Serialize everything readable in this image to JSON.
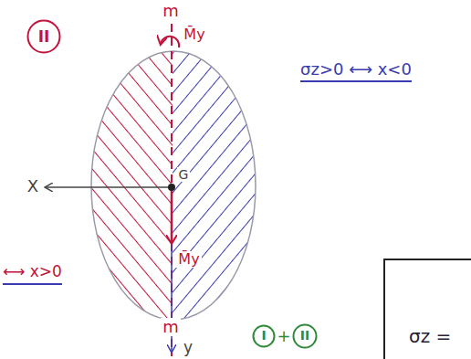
{
  "diagram": {
    "nodes": [
      {
        "text": [
          "II"
        ]
      },
      {
        "text": [
          "I"
        ]
      },
      {
        "text": [
          "II"
        ]
      },
      {
        "text": [
          "σz ="
        ]
      }
    ],
    "labels": [
      "m",
      "M̄y",
      "σz>0 ⟷ x<0",
      "X",
      "G",
      "M̄y",
      "⟷ x>0",
      "m",
      "y",
      "+"
    ]
  }
}
